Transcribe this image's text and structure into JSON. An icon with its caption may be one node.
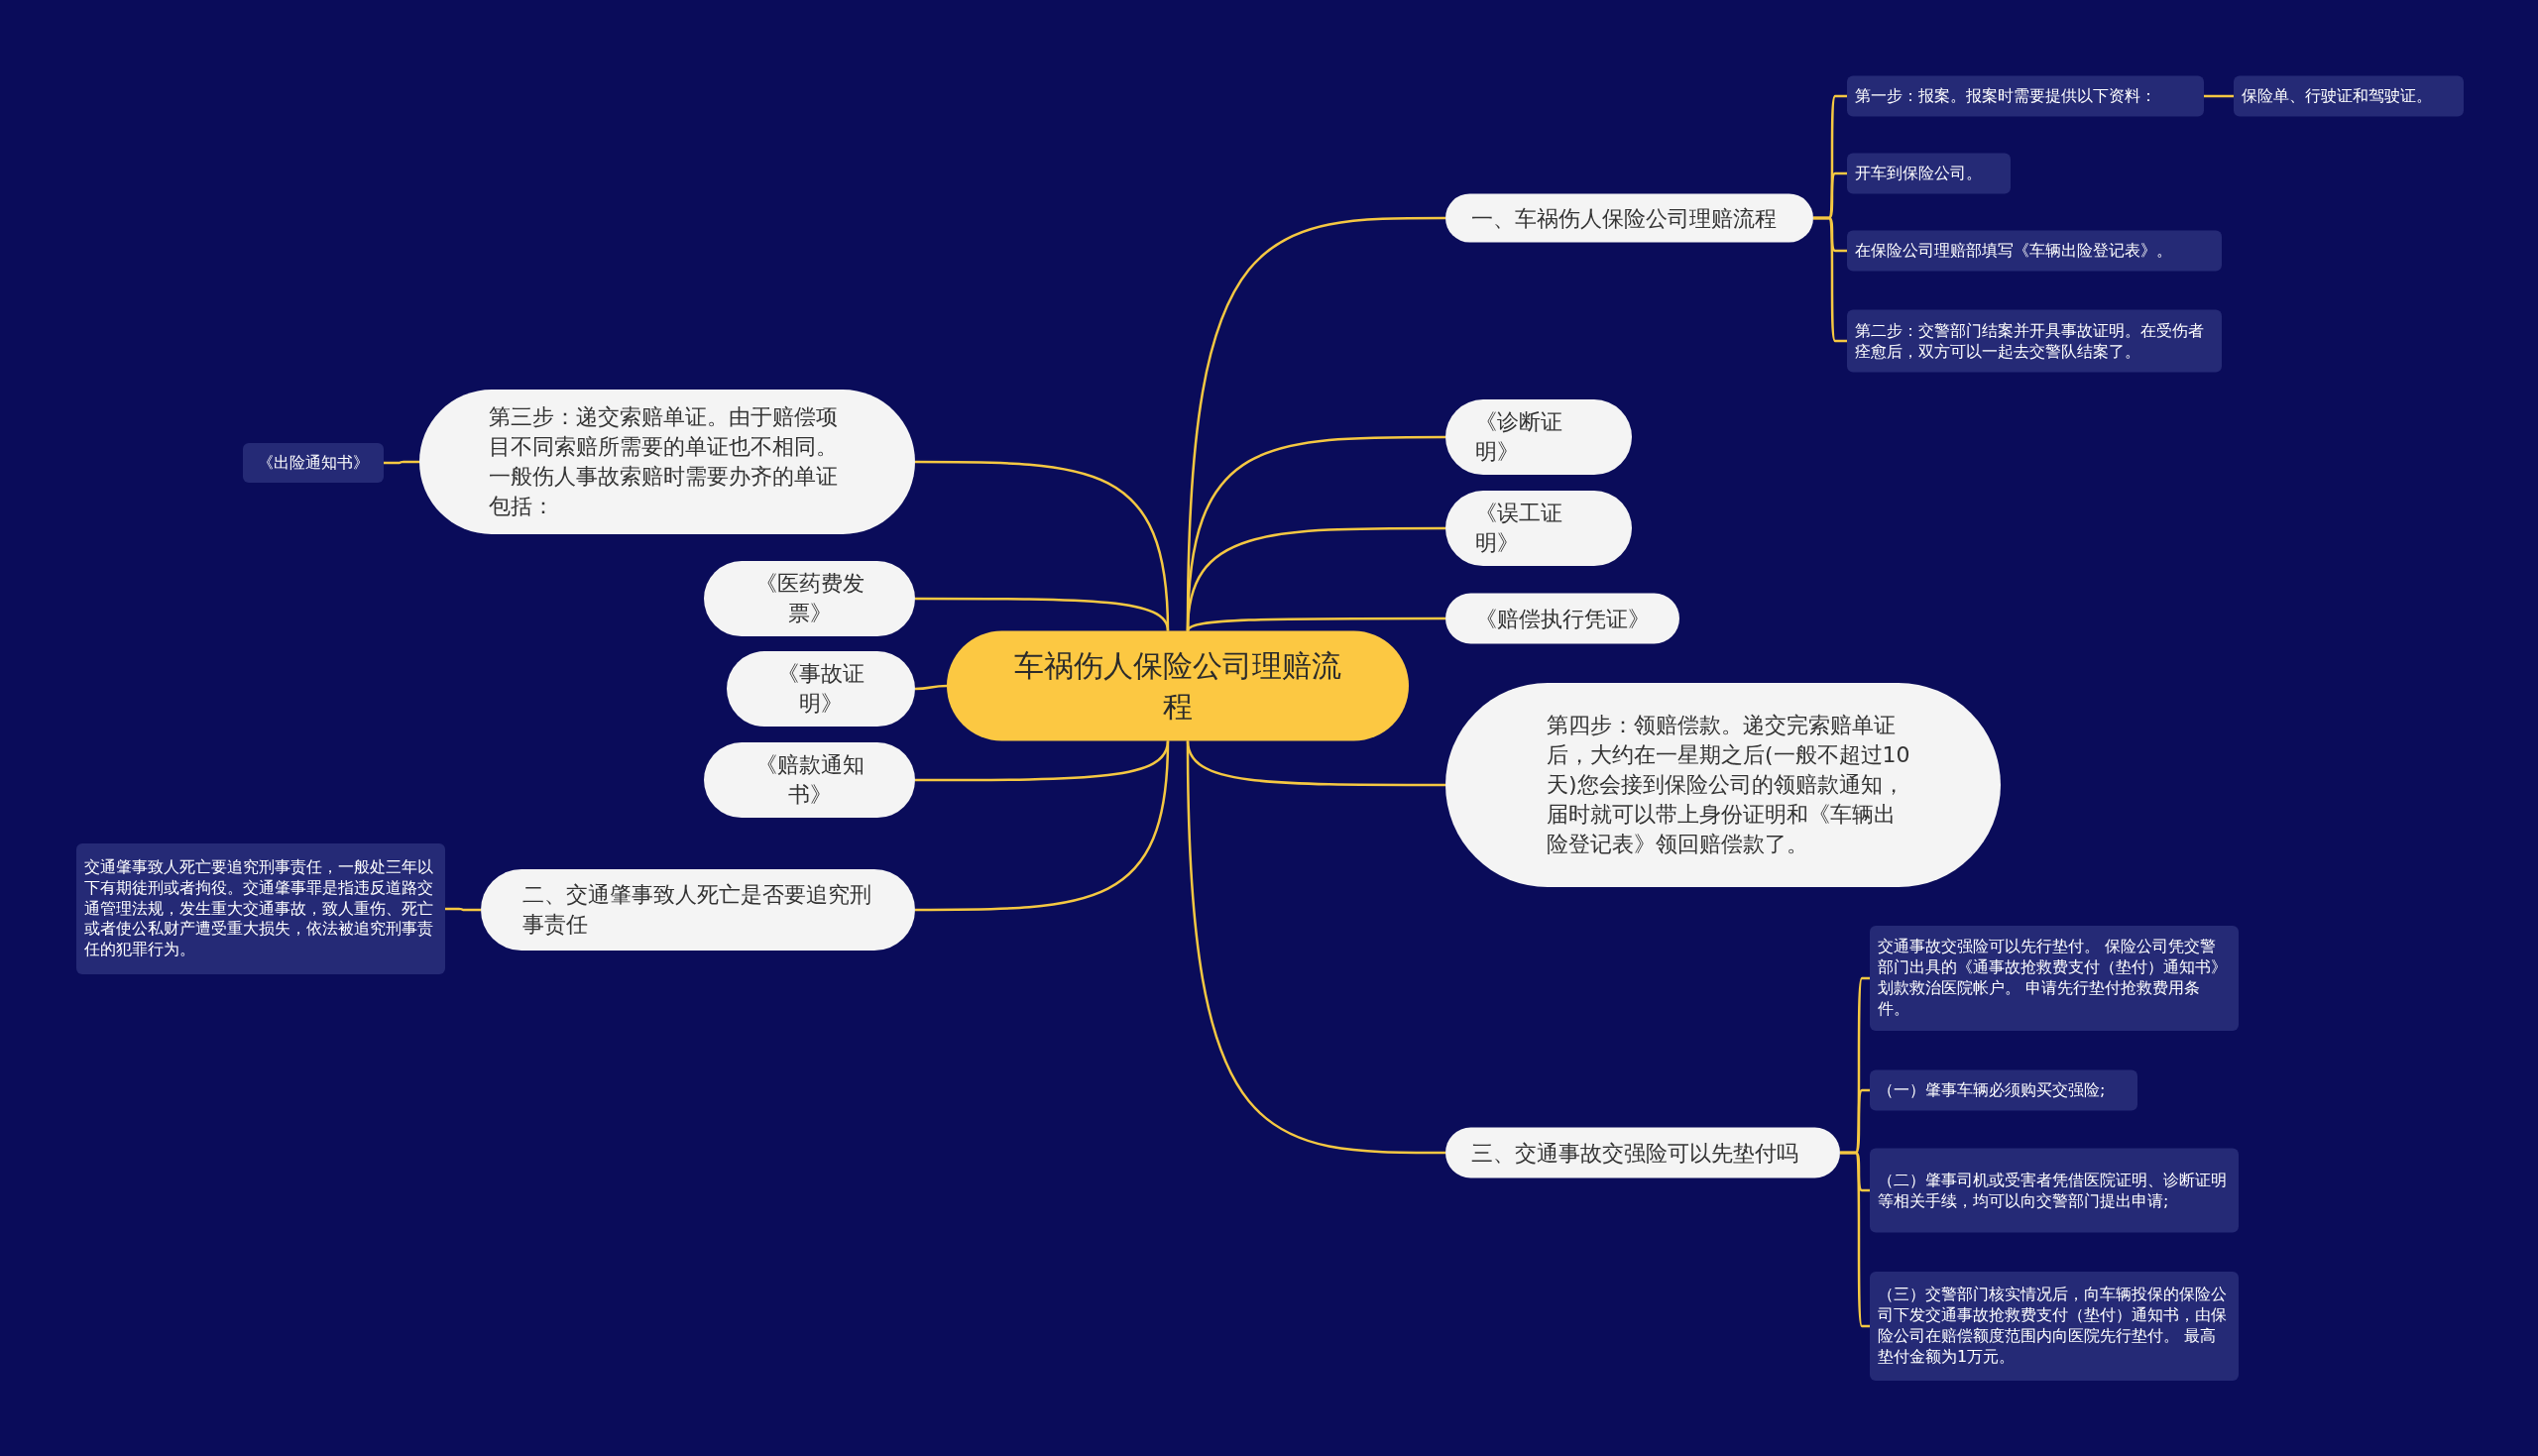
{
  "diagram": {
    "nodes": [
      {
        "text": [
          "车祸伤人保险公司理赔流程"
        ]
      },
      {
        "text": [
          "一、车祸伤人保险公司理赔流程"
        ]
      },
      {
        "text": [
          "第一步：报案。报案时需要提供以下资料："
        ]
      },
      {
        "text": [
          "保险单、行驶证和驾驶证。"
        ]
      },
      {
        "text": [
          "开车到保险公司。"
        ]
      },
      {
        "text": [
          "在保险公司理赔部填写《车辆出险登记表》。"
        ]
      },
      {
        "text": [
          "第二步：交警部门结案并开具事故证明。在受伤者痊愈后，双方可以一起去交警队结案了。"
        ]
      },
      {
        "text": [
          "《诊断证明》"
        ]
      },
      {
        "text": [
          "《误工证明》"
        ]
      },
      {
        "text": [
          "《赔偿执行凭证》"
        ]
      },
      {
        "text": [
          "第四步：领赔偿款。递交完索赔单证后，大约在一星期之后(一般不超过10天)您会接到保险公司的领赔款通知，届时就可以带上身份证明和《车辆出险登记表》领回赔偿款了。"
        ]
      },
      {
        "text": [
          "三、交通事故交强险可以先垫付吗"
        ]
      },
      {
        "text": [
          "交通事故交强险可以先行垫付。 保险公司凭交警部门出具的《通事故抢救费支付（垫付）通知书》划款救治医院帐户。 申请先行垫付抢救费用条件。"
        ]
      },
      {
        "text": [
          "（一）肇事车辆必须购买交强险;"
        ]
      },
      {
        "text": [
          "（二）肇事司机或受害者凭借医院证明、诊断证明等相关手续，均可以向交警部门提出申请;"
        ]
      },
      {
        "text": [
          "（三）交警部门核实情况后，向车辆投保的保险公司下发交通事故抢救费支付（垫付）通知书，由保险公司在赔偿额度范围内向医院先行垫付。 最高垫付金额为1万元。"
        ]
      },
      {
        "text": [
          "第三步：递交索赔单证。由于赔偿项目不同索赔所需要的单证也不相同。一般伤人事故索赔时需要办齐的单证包括："
        ]
      },
      {
        "text": [
          "《出险通知书》"
        ]
      },
      {
        "text": [
          "《医药费发票》"
        ]
      },
      {
        "text": [
          "《事故证明》"
        ]
      },
      {
        "text": [
          "《赔款通知书》"
        ]
      },
      {
        "text": [
          "二、交通肇事致人死亡是否要追究刑事责任"
        ]
      },
      {
        "text": [
          "交通肇事致人死亡要追究刑事责任，一般处三年以下有期徒刑或者拘役。交通肇事罪是指违反道路交通管理法规，发生重大交通事故，致人重伤、死亡或者使公私财产遭受重大损失，依法被追究刑事责任的犯罪行为。"
        ]
      }
    ],
    "edges": [
      {
        "from": 0,
        "to": 1,
        "arrow": "none"
      },
      {
        "from": 1,
        "to": 2,
        "arrow": "none"
      },
      {
        "from": 2,
        "to": 3,
        "arrow": "none"
      },
      {
        "from": 1,
        "to": 4,
        "arrow": "none"
      },
      {
        "from": 1,
        "to": 5,
        "arrow": "none"
      },
      {
        "from": 1,
        "to": 6,
        "arrow": "none"
      },
      {
        "from": 0,
        "to": 7,
        "arrow": "none"
      },
      {
        "from": 0,
        "to": 8,
        "arrow": "none"
      },
      {
        "from": 0,
        "to": 9,
        "arrow": "none"
      },
      {
        "from": 0,
        "to": 10,
        "arrow": "none"
      },
      {
        "from": 0,
        "to": 11,
        "arrow": "none"
      },
      {
        "from": 11,
        "to": 12,
        "arrow": "none"
      },
      {
        "from": 11,
        "to": 13,
        "arrow": "none"
      },
      {
        "from": 11,
        "to": 14,
        "arrow": "none"
      },
      {
        "from": 11,
        "to": 15,
        "arrow": "none"
      },
      {
        "from": 0,
        "to": 16,
        "arrow": "none"
      },
      {
        "from": 16,
        "to": 17,
        "arrow": "none"
      },
      {
        "from": 0,
        "to": 18,
        "arrow": "none"
      },
      {
        "from": 0,
        "to": 19,
        "arrow": "none"
      },
      {
        "from": 0,
        "to": 20,
        "arrow": "none"
      },
      {
        "from": 0,
        "to": 21,
        "arrow": "none"
      },
      {
        "from": 21,
        "to": 22,
        "arrow": "none"
      }
    ]
  }
}
